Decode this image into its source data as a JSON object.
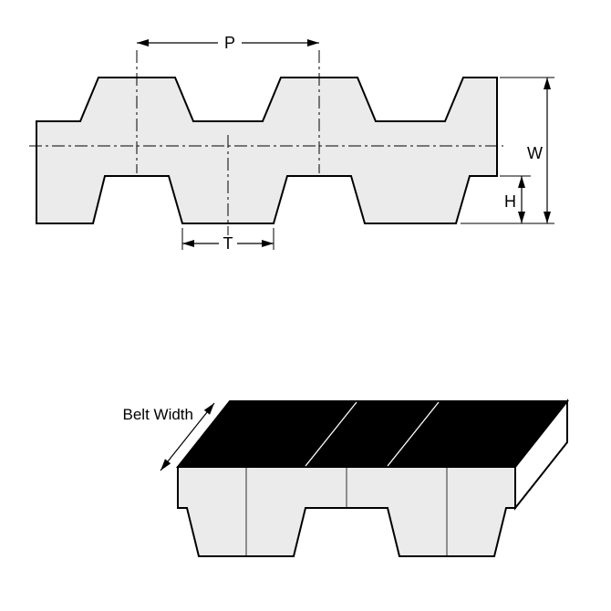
{
  "figure": {
    "labels": {
      "pitch": "P",
      "width": "W",
      "height": "H",
      "tooth": "T",
      "belt_width": "Belt Width"
    },
    "colors": {
      "belt_fill": "#ebebeb",
      "outline": "#000000",
      "top_face_fill": "#000000",
      "end_face_fill": "#ffffff",
      "background": "#ffffff"
    }
  }
}
